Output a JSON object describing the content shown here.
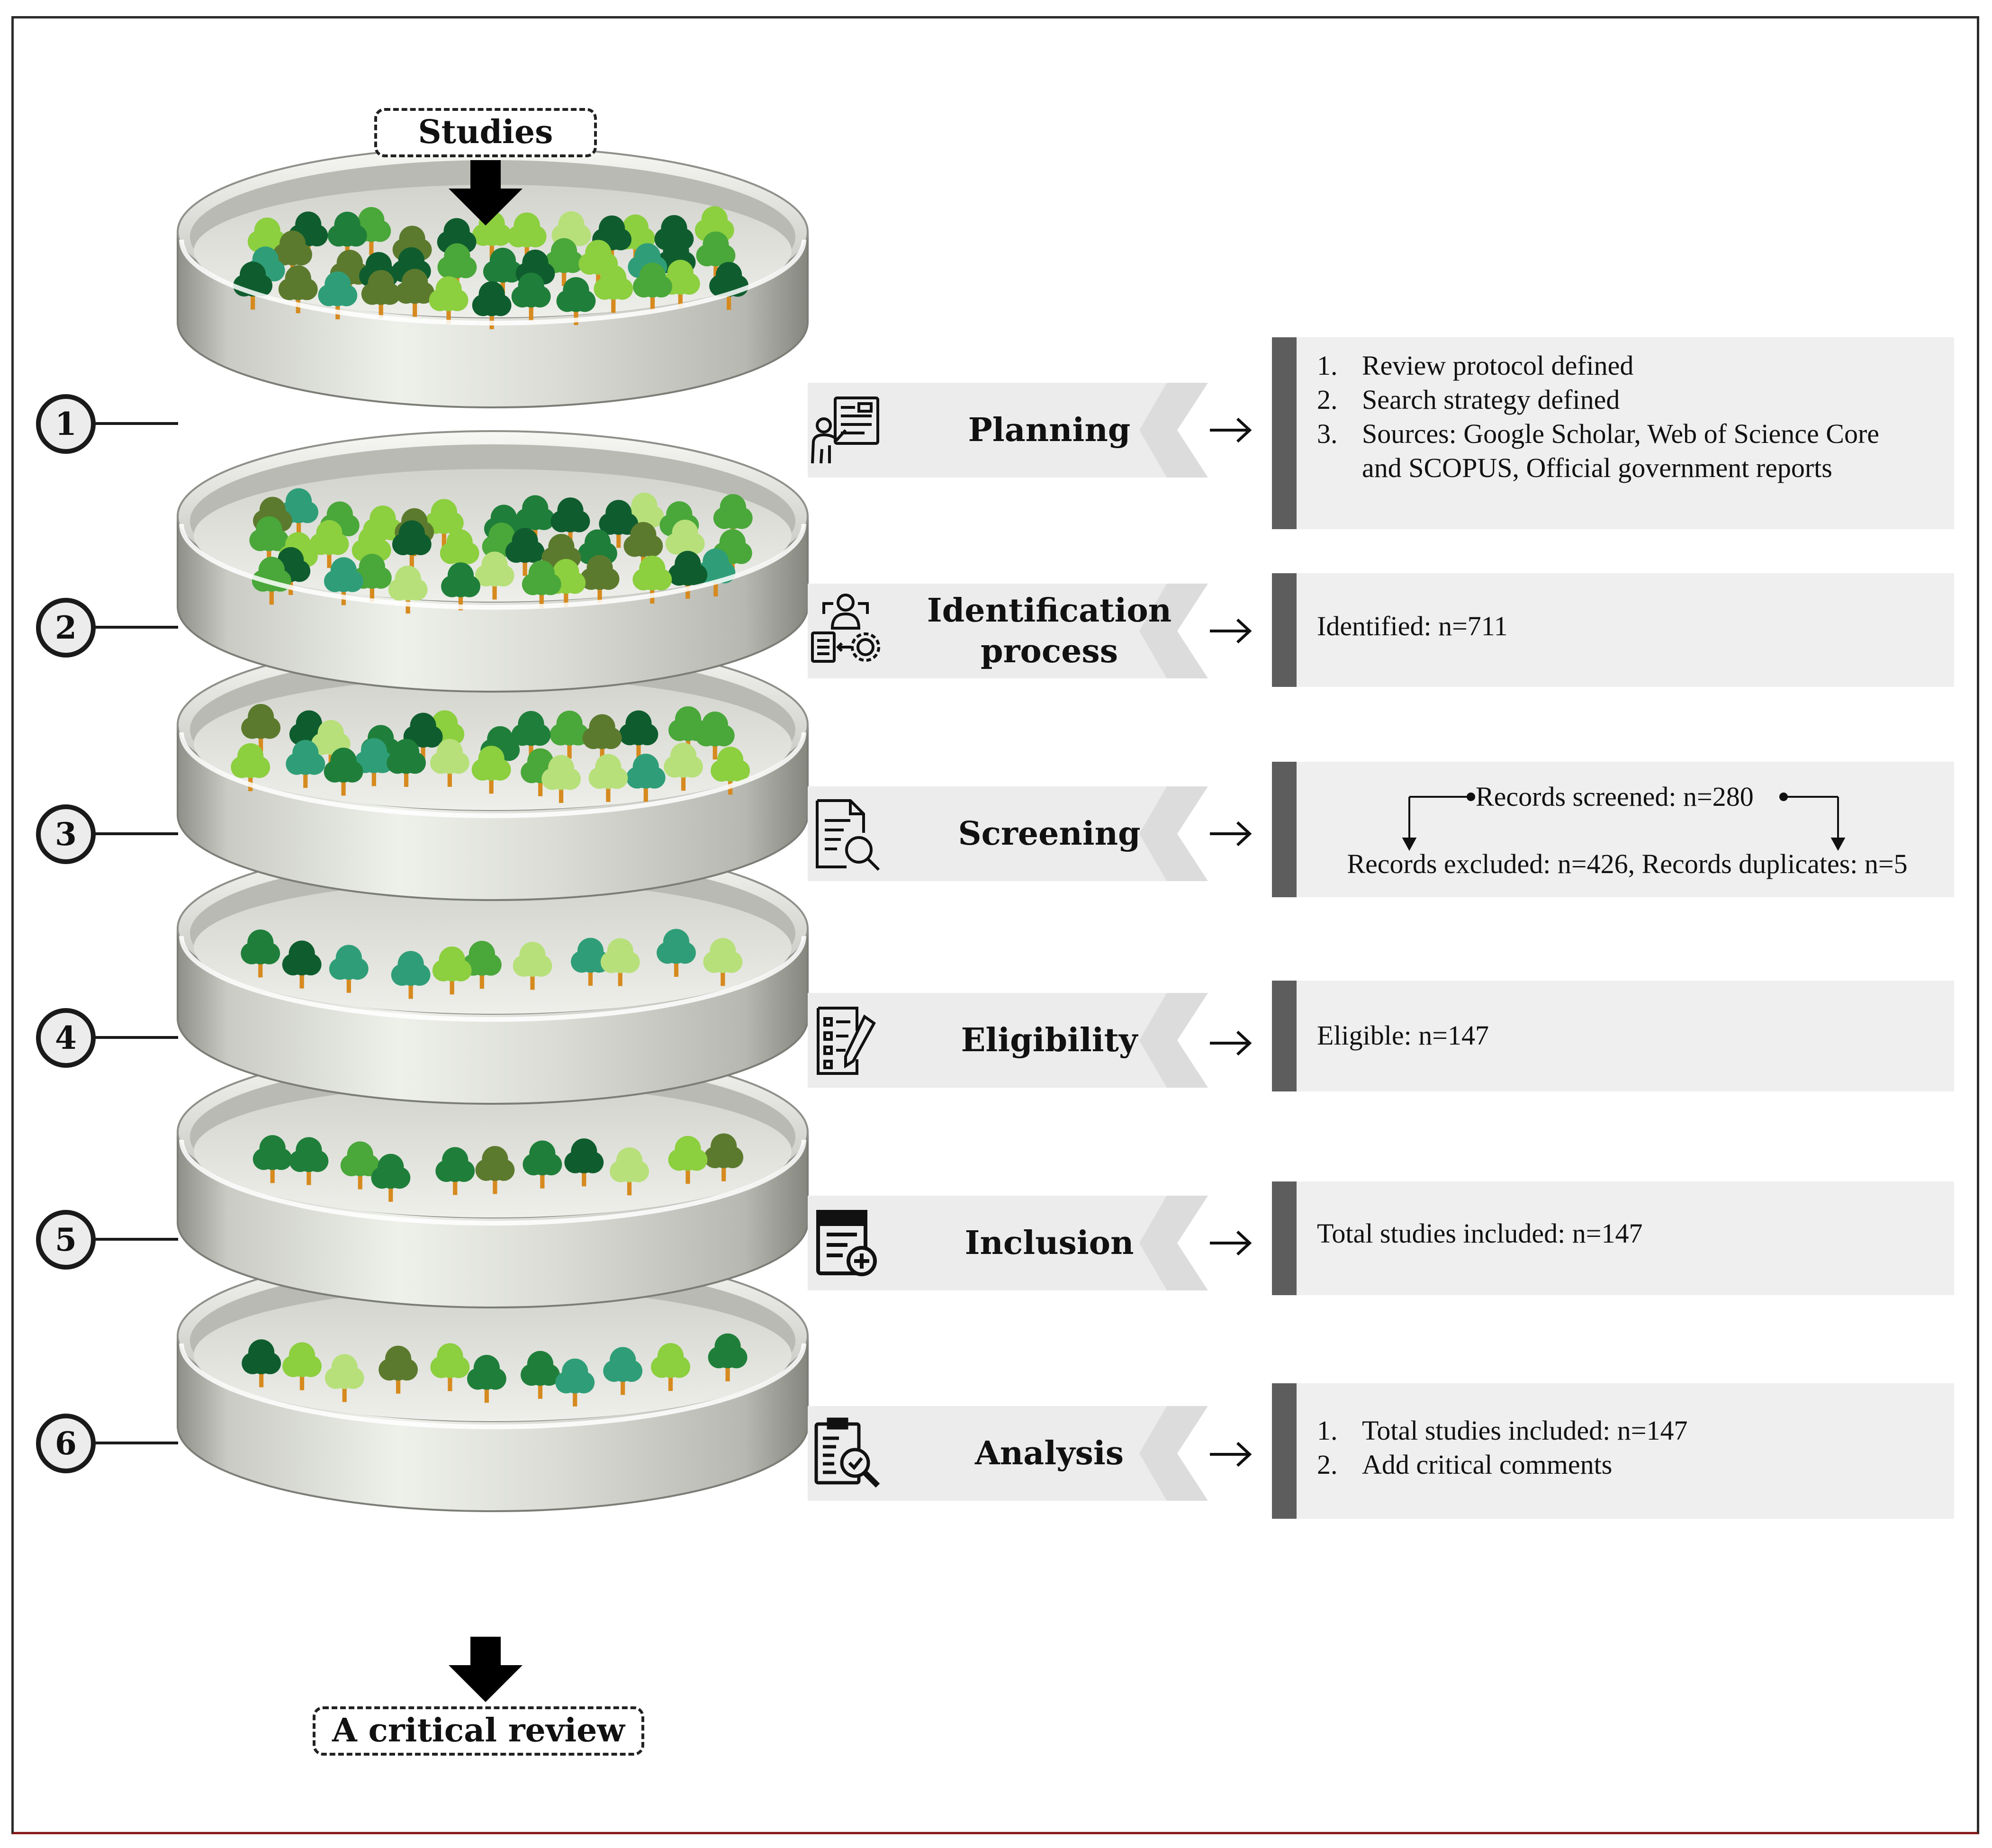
{
  "top_box": "Studies",
  "bottom_box": "A critical review",
  "colors": {
    "tree_greens": [
      "#0f5d2e",
      "#1f7f3a",
      "#4aa73a",
      "#8ccf3f",
      "#b7e07a",
      "#5c7a2e",
      "#2f9e78"
    ],
    "trunk": "#d68a1e",
    "panel": "#efefef",
    "panel_bar": "#5d5d5d",
    "banner": "#ececec"
  },
  "steps": [
    {
      "number": "1",
      "label_lines": [
        "Planning"
      ],
      "icon": "presentation-icon",
      "result_list": [
        {
          "n": "1.",
          "text": "Review protocol defined"
        },
        {
          "n": "2.",
          "text": "Search strategy defined"
        },
        {
          "n": "3.",
          "text": "Sources: Google Scholar, Web of Science Core and SCOPUS, Official government reports"
        }
      ]
    },
    {
      "number": "2",
      "label_lines": [
        "Identification",
        "process"
      ],
      "icon": "person-gear-process-icon",
      "result_text": "Identified: n=711"
    },
    {
      "number": "3",
      "label_lines": [
        "Screening"
      ],
      "icon": "document-search-icon",
      "screened": "Records screened: n=280",
      "excluded": "Records excluded: n=426, Records duplicates: n=5"
    },
    {
      "number": "4",
      "label_lines": [
        "Eligibility"
      ],
      "icon": "checklist-pen-icon",
      "result_text": "Eligible: n=147"
    },
    {
      "number": "5",
      "label_lines": [
        "Inclusion"
      ],
      "icon": "document-add-icon",
      "result_text": "Total studies included: n=147"
    },
    {
      "number": "6",
      "label_lines": [
        "Analysis"
      ],
      "icon": "report-magnifier-icon",
      "result_list": [
        {
          "n": "1.",
          "text": "Total studies included: n=147"
        },
        {
          "n": "2.",
          "text": "Add critical comments"
        }
      ]
    }
  ]
}
